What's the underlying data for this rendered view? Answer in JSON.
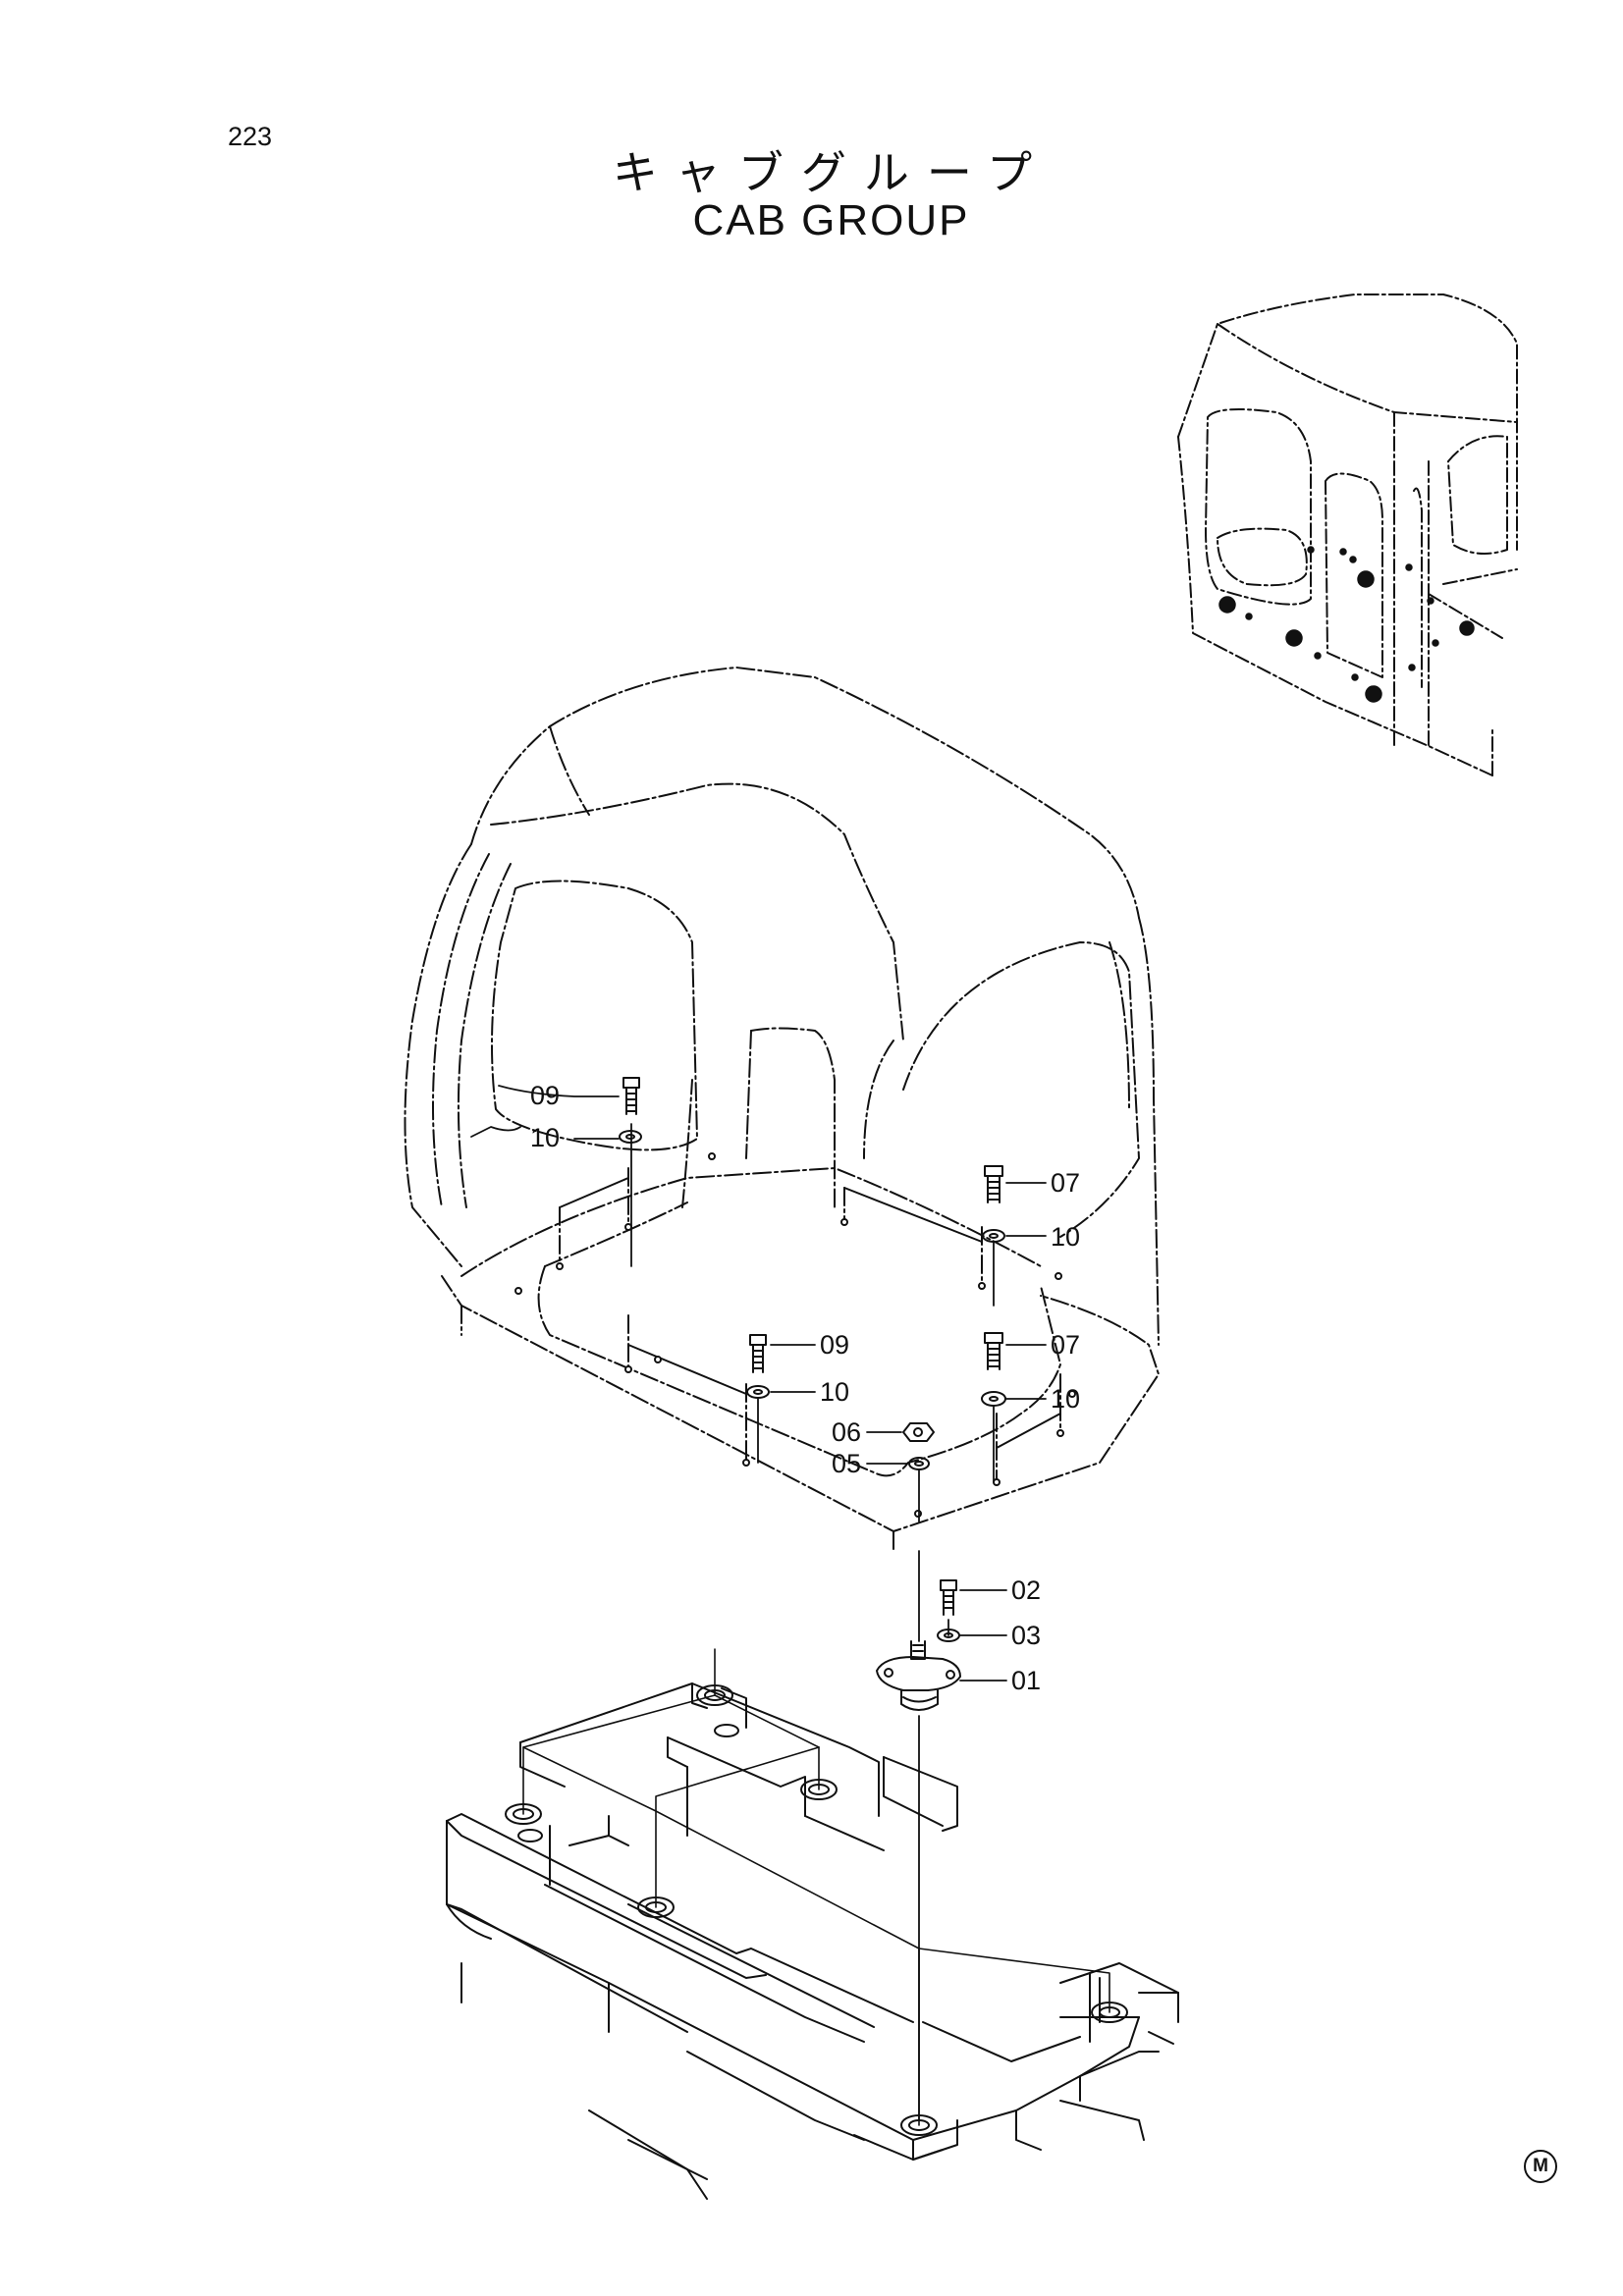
{
  "page": {
    "number": "223"
  },
  "title": {
    "japanese": "キャブグループ",
    "english": "CAB GROUP"
  },
  "callouts": {
    "c09a": "09",
    "c10a": "10",
    "c07a": "07",
    "c10b": "10",
    "c09b": "09",
    "c10c": "10",
    "c07b": "07",
    "c10d": "10",
    "c06": "06",
    "c05": "05",
    "c02": "02",
    "c03": "03",
    "c01": "01"
  },
  "mark": {
    "symbol": "M"
  }
}
